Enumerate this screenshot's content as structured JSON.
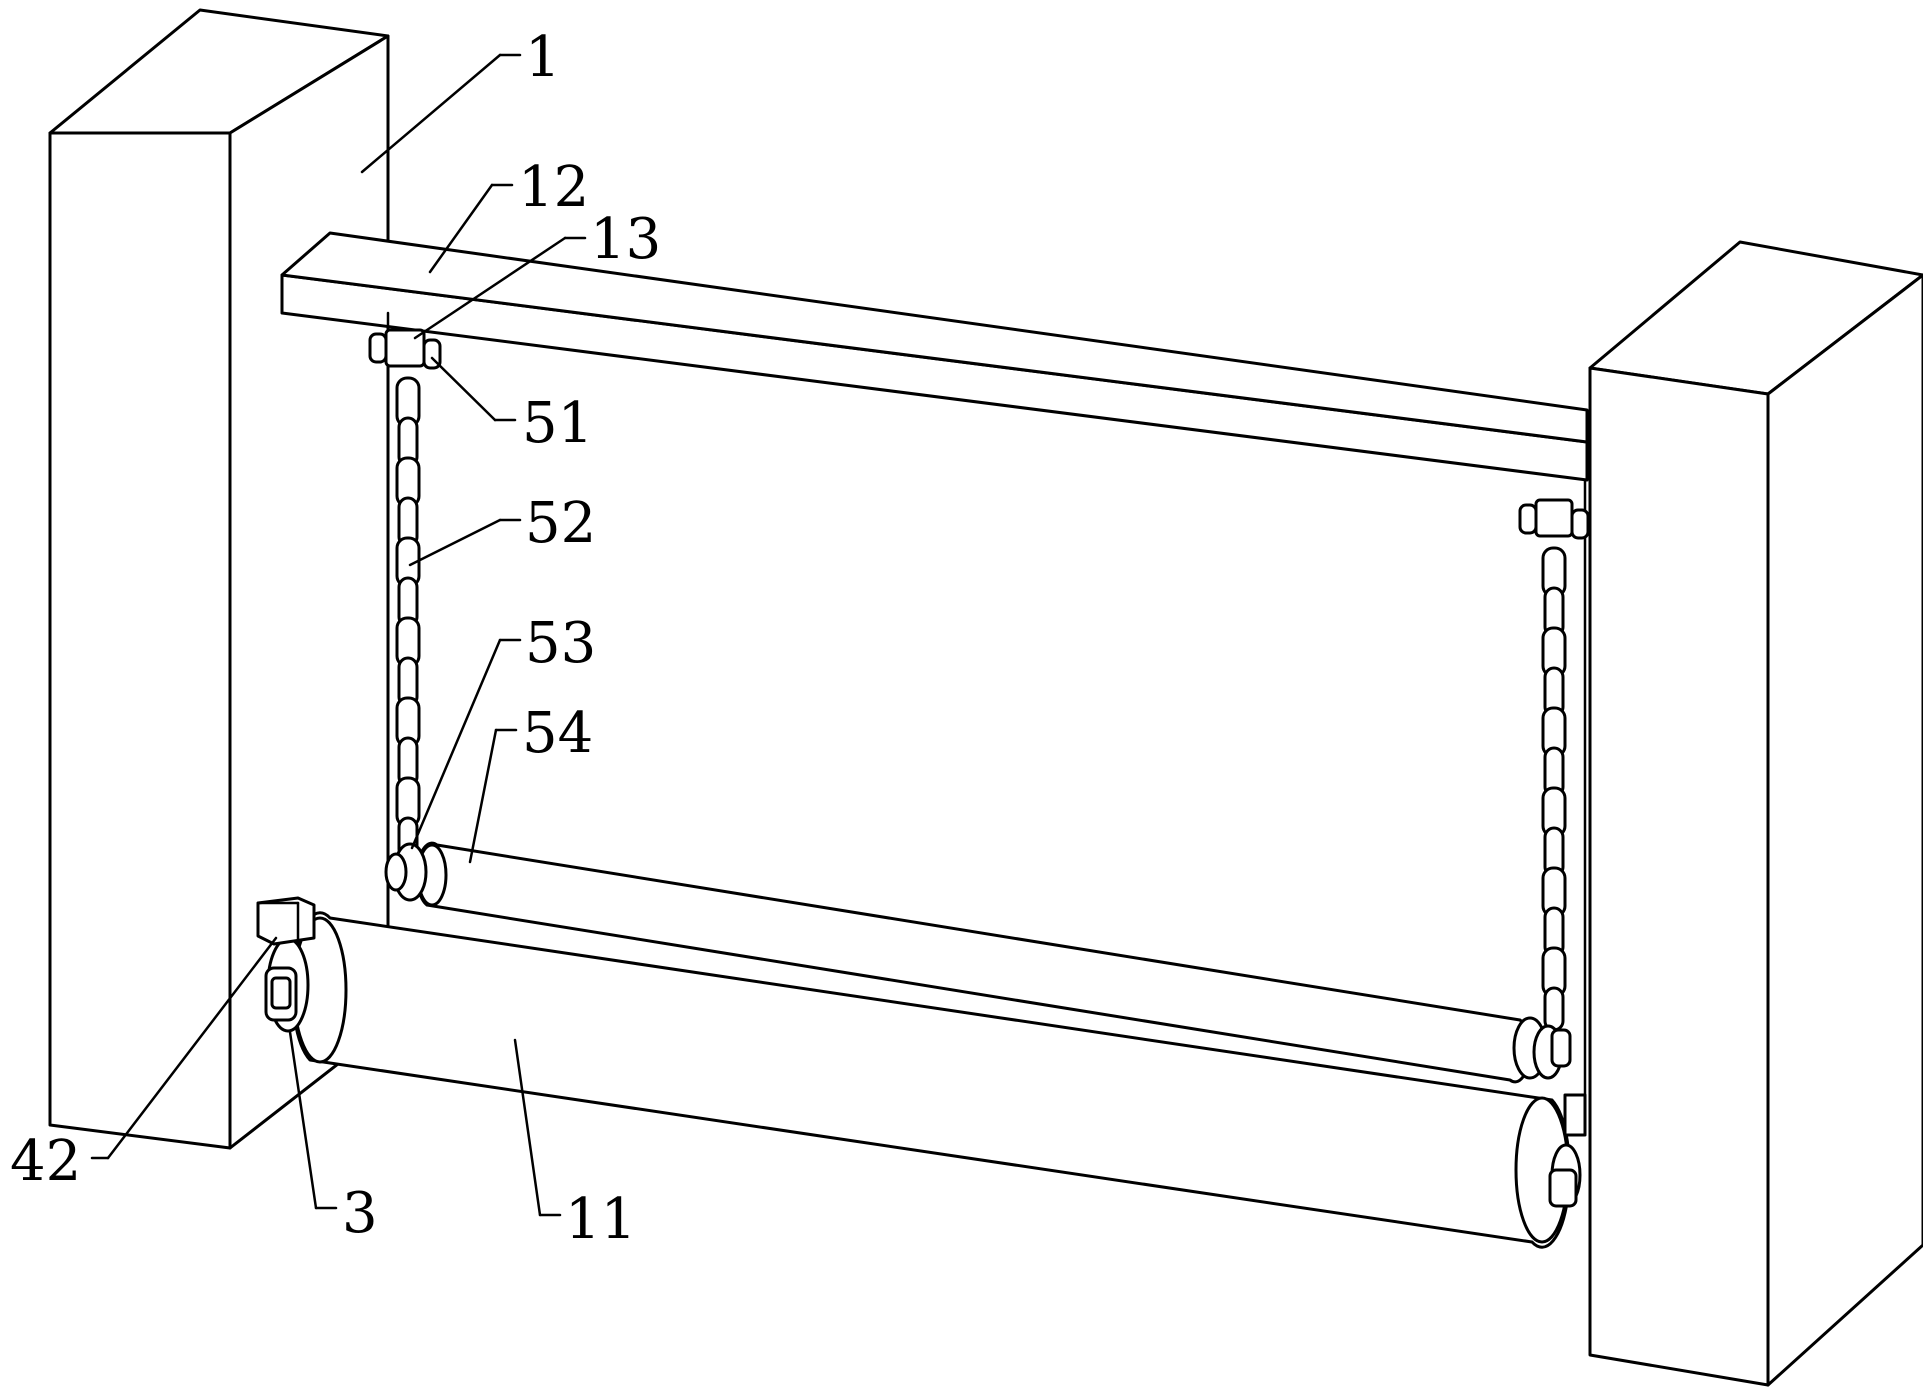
{
  "labels": {
    "l1": "1",
    "l12": "12",
    "l13": "13",
    "l51": "51",
    "l52": "52",
    "l53": "53",
    "l54": "54",
    "l42": "42",
    "l3": "3",
    "l11": "11"
  },
  "colors": {
    "line": "#000000",
    "fill": "#ffffff"
  }
}
